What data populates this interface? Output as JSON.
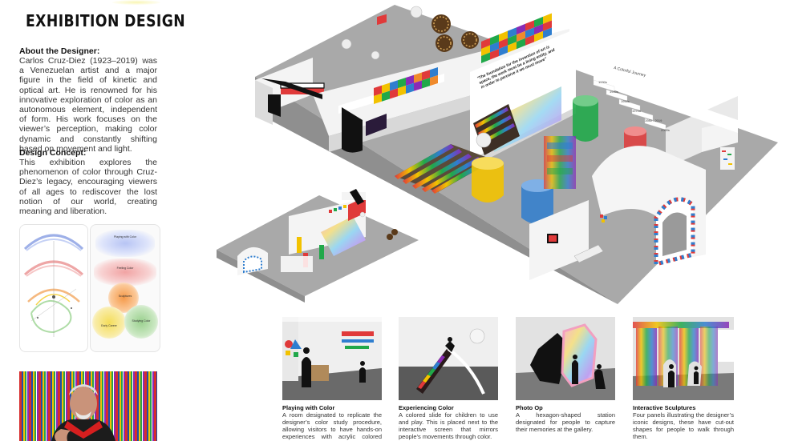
{
  "title": "EXHIBITION DESIGN",
  "about": {
    "heading": "About the Designer:",
    "body": "Carlos Cruz-Diez (1923–2019) was a Venezuelan artist and a major figure in the field of kinetic and optical art. He is renowned for his innovative exploration of color as an autonomous element, independent of form. His work focuses on the viewer’s perception, making color dynamic and constantly shifting based on movement and light."
  },
  "concept": {
    "heading": "Design Concept:",
    "body": "This exhibition explores the phenomenon of color through Cruz-Diez’s legacy, encouraging viewers of all ages to rediscover the lost notion of our world, creating meaning and liberation."
  },
  "diagram": {
    "labels": [
      "Playing with Color",
      "Feeling Color",
      "Sculptures",
      "Early Career",
      "Studying Color"
    ]
  },
  "timeline": {
    "heading": "A Colorful Journey",
    "years": [
      "1930s",
      "1940s",
      "1950s",
      "1970s",
      "1980 - 2019",
      "2000s"
    ]
  },
  "wall_quote": "\"The foundation for the invention of art is space, the work must be a living entity, and in order to perceive it we must move\"",
  "sections": [
    {
      "title": "Playing with Color",
      "body": "A room designated to replicate the designer’s color study procedure, allowing visitors to have hands-on experiences with acrylic colored pieces."
    },
    {
      "title": "Experiencing Color",
      "body": "A colored slide for children to use and play. This is placed next to the interactive screen that mirrors people’s movements through color."
    },
    {
      "title": "Photo Op",
      "body": "A hexagon-shaped station designated for people to capture their memories at the gallery."
    },
    {
      "title": "Interactive Sculptures",
      "body": "Four panels illustrating the designer’s iconic designs, these have cut-out shapes for people to walk through them."
    }
  ],
  "colors": {
    "floor": "#a9a9a9",
    "wall": "#f2f2f2",
    "yellow": "#f2c200",
    "green": "#21a84a",
    "red": "#e03a3a",
    "blue": "#2f7ecf"
  }
}
